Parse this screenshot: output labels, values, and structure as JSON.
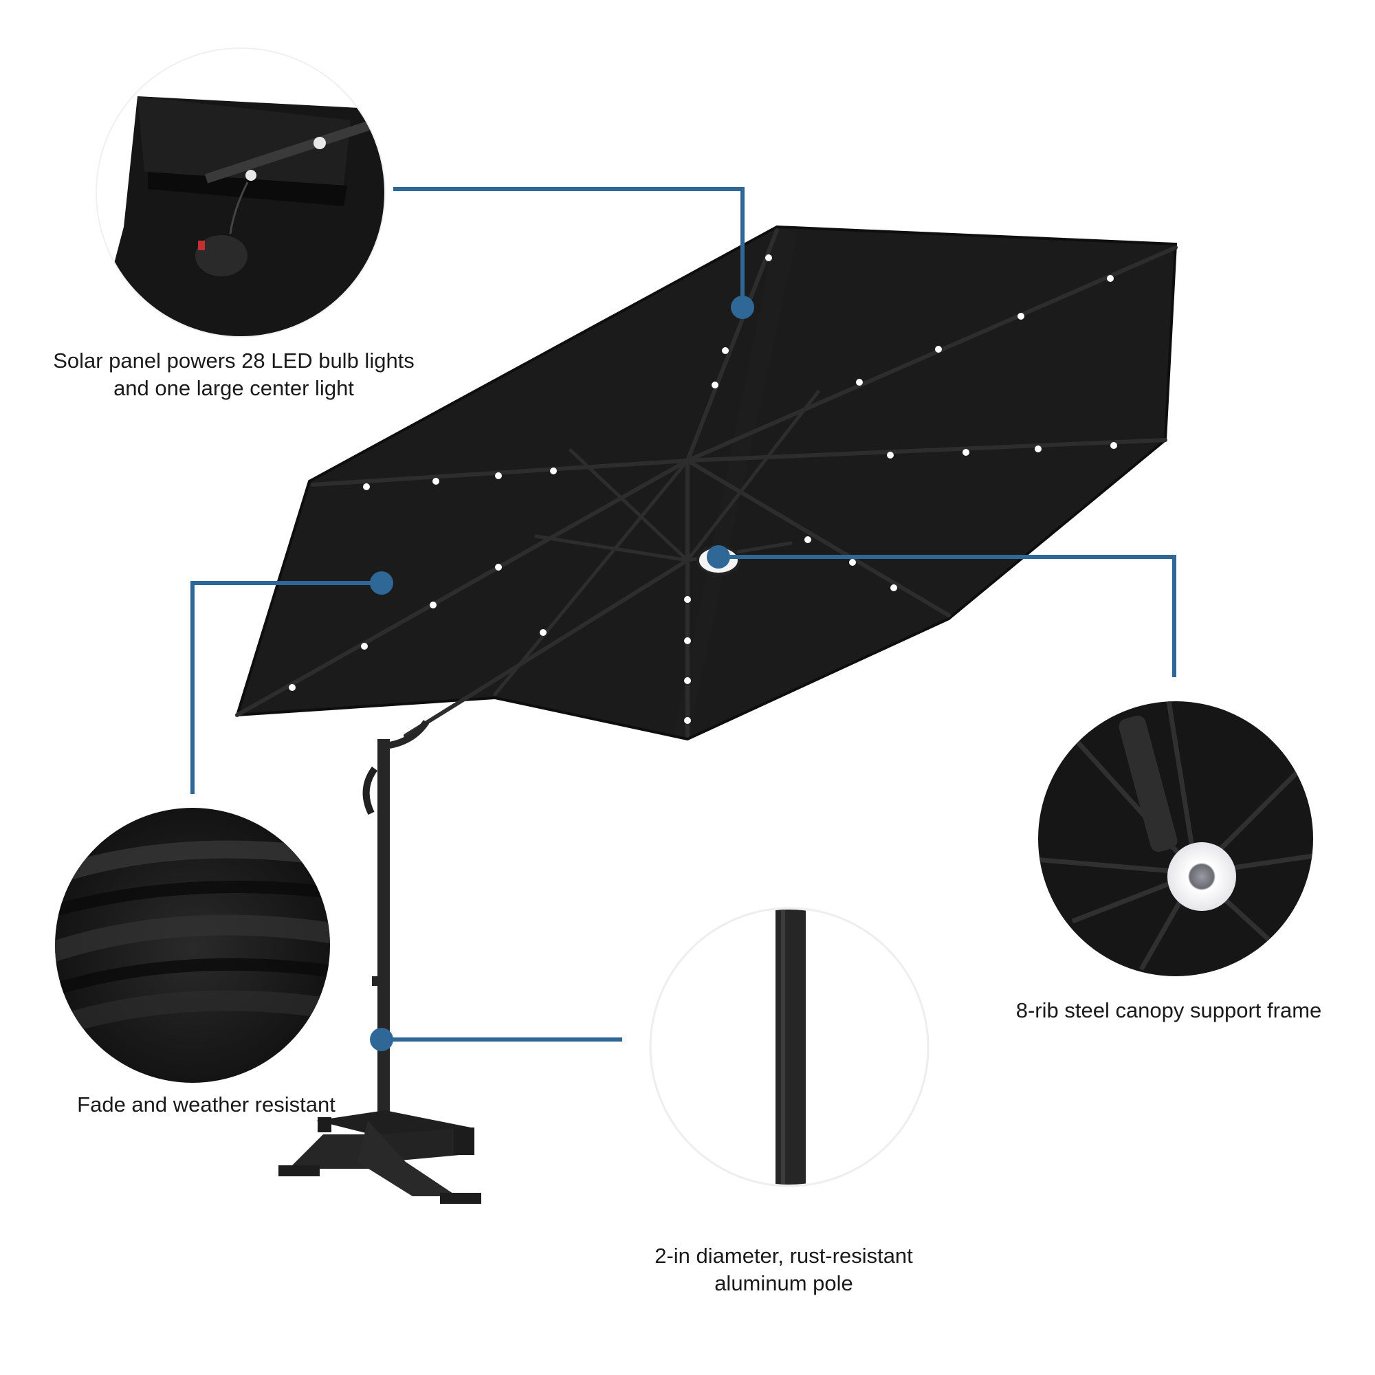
{
  "colors": {
    "callout": "#2f6797",
    "canopy": "#1b1b1b",
    "frame": "#262626",
    "led": "#ffffff",
    "background": "#ffffff"
  },
  "features": [
    {
      "id": "solar",
      "lines": [
        "Solar panel powers 28 LED bulb lights",
        "and one large center light"
      ]
    },
    {
      "id": "fabric",
      "lines": [
        "Fade and weather resistant"
      ]
    },
    {
      "id": "pole",
      "lines": [
        "2-in diameter, rust-resistant",
        "aluminum pole"
      ]
    },
    {
      "id": "frame",
      "lines": [
        "8-rib steel canopy support frame"
      ]
    }
  ]
}
